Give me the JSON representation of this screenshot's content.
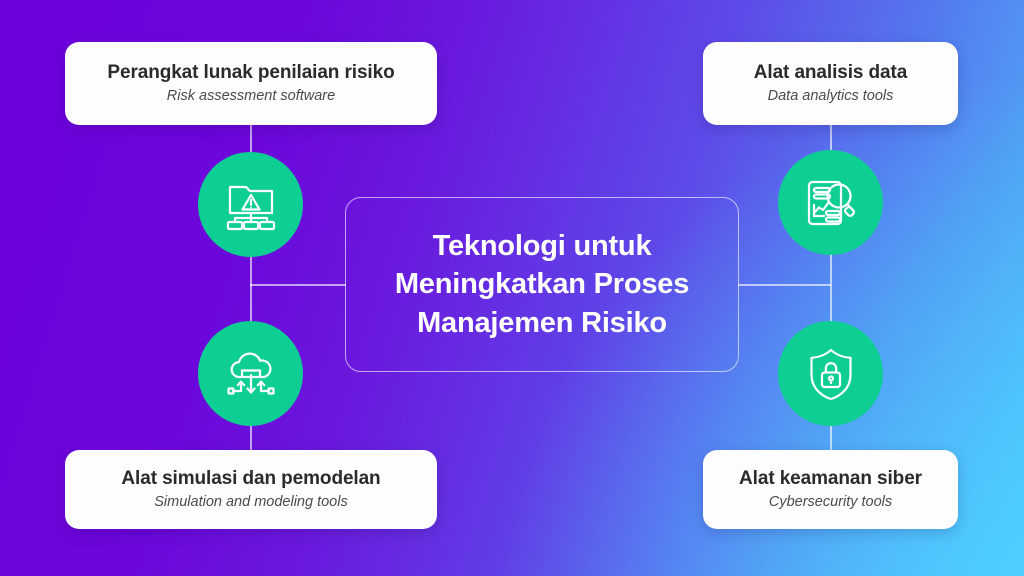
{
  "theme": {
    "bg_purple": "#6E00DC",
    "bg_blue": "#5272EC",
    "bg_cyan": "#47C6FB",
    "badge_green": "#0FCE94",
    "card_bg": "#FDFDFD",
    "card_title_color": "#2B2B2F",
    "line_color": "rgba(255,255,255,0.62)"
  },
  "center": {
    "title": "Teknologi untuk\nMeningkatkan Proses\nManajemen Risiko"
  },
  "nodes": {
    "top_left": {
      "title": "Perangkat lunak penilaian risiko",
      "subtitle": "Risk assessment software",
      "icon": "risk-assessment-icon"
    },
    "bottom_left": {
      "title": "Alat simulasi dan pemodelan",
      "subtitle": "Simulation and modeling tools",
      "icon": "cloud-simulation-icon"
    },
    "top_right": {
      "title": "Alat analisis data",
      "subtitle": "Data analytics tools",
      "icon": "data-analytics-icon"
    },
    "bottom_right": {
      "title": "Alat keamanan siber",
      "subtitle": "Cybersecurity tools",
      "icon": "shield-lock-icon"
    }
  }
}
